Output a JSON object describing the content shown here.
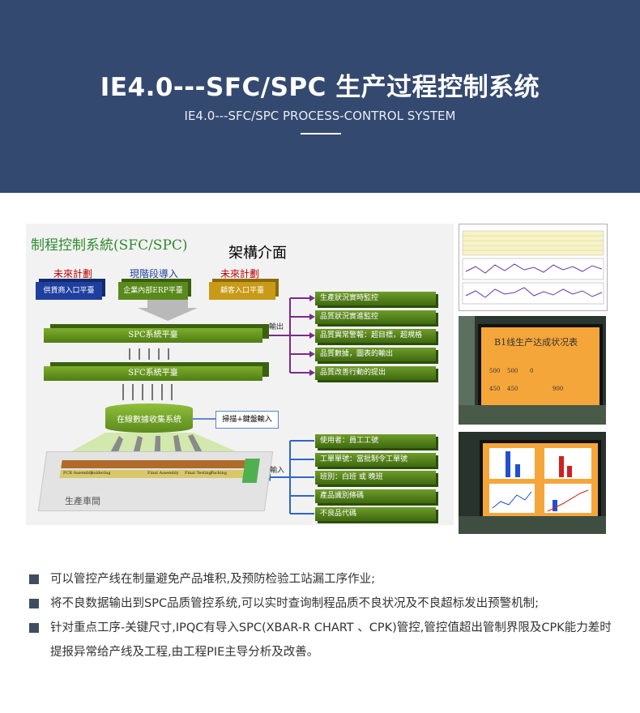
{
  "header": {
    "title": "IE4.0---SFC/SPC 生产过程控制系统",
    "subtitle": "IE4.0---SFC/SPC PROCESS-CONTROL SYSTEM"
  },
  "diagram": {
    "title": "制程控制系統(SFC/SPC)",
    "subtitle": "架構介面",
    "plans": [
      "未來計劃",
      "現階段導入",
      "未來計劃"
    ],
    "platforms_top": [
      "供貨商入口平臺",
      "企業內部ERP平臺",
      "顧客入口平臺"
    ],
    "spc_platform": "SPC系統平臺",
    "sfc_platform": "SFC系統平臺",
    "collect_system": "在線數據收集系統",
    "scan_input": "掃描+鍵盤輸入",
    "output_label": "輸出",
    "input_label": "輸入",
    "workshop": "生產車間",
    "floor_labels": [
      "PCB Assembly",
      "Soldering",
      "Final Assembly",
      "Final Testing",
      "Packing"
    ],
    "outputs": [
      "生產狀況實時監控",
      "品質狀況實進監控",
      "品質異常警報：超目標，超規格",
      "品質數據，圖表的輸出",
      "品質改善行動的提出"
    ],
    "inputs": [
      "使用者：員工工號",
      "工單單號：當批制令工單號",
      "班別：白班 或 晚班",
      "產品識別條碼",
      "不良品代碼"
    ]
  },
  "photos": {
    "screen2_title": "B1线生产达成状况表",
    "screen2_row1": [
      "500",
      "500",
      "0"
    ],
    "screen2_row2": [
      "450",
      "450",
      "900"
    ]
  },
  "bullets": [
    "可以管控产线在制量避免产品堆积,及预防检验工站漏工序作业;",
    "将不良数据输出到SPC品质管控系统,可以实时查询制程品质不良状况及不良超标发出预警机制;",
    "针对重点工序-关键尺寸,IPQC有导入SPC(XBAR-R CHART 、CPK)管控,管控值超出管制界限及CPK能力差时提报异常给产线及工程,由工程PIE主导分析及改善。"
  ],
  "colors": {
    "header_bg": "#34496f",
    "platform_green": "#6e9c2a",
    "output_arrow": "#7b2a8a",
    "input_arrow": "#2f66c8",
    "bullet_mark": "#3f4e5f"
  }
}
